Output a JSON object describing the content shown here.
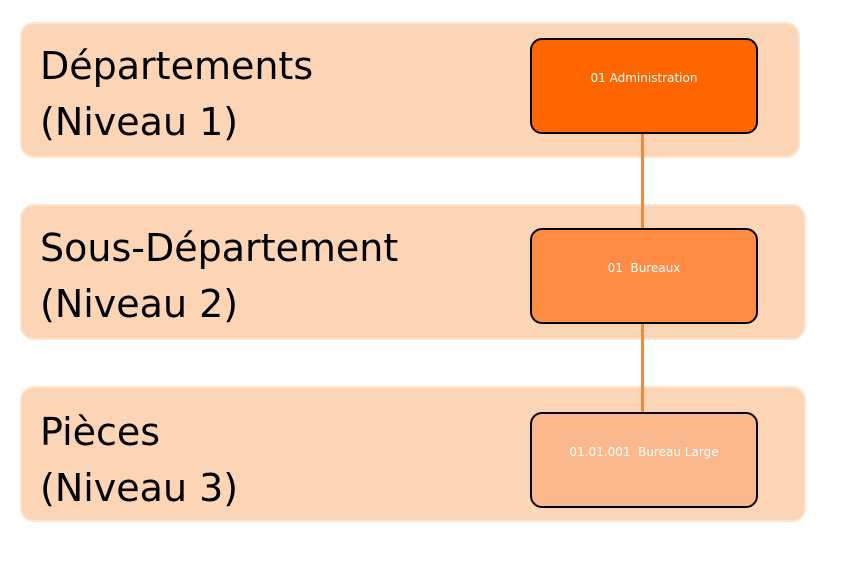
{
  "levels": [
    {
      "title": "Départements",
      "subtitle": "(Niveau 1)",
      "node": "01 Administration",
      "node_color": "#ff6600"
    },
    {
      "title": "Sous-Département",
      "subtitle": "(Niveau 2)",
      "node": "01  Bureaux",
      "node_color": "#ff8c42"
    },
    {
      "title": "Pièces",
      "subtitle": "(Niveau 3)",
      "node": "01.01.001  Bureau Large",
      "node_color": "#fbb88d"
    }
  ],
  "colors": {
    "band_fill": "#fbd5b6",
    "connector": "#f08a3c"
  }
}
